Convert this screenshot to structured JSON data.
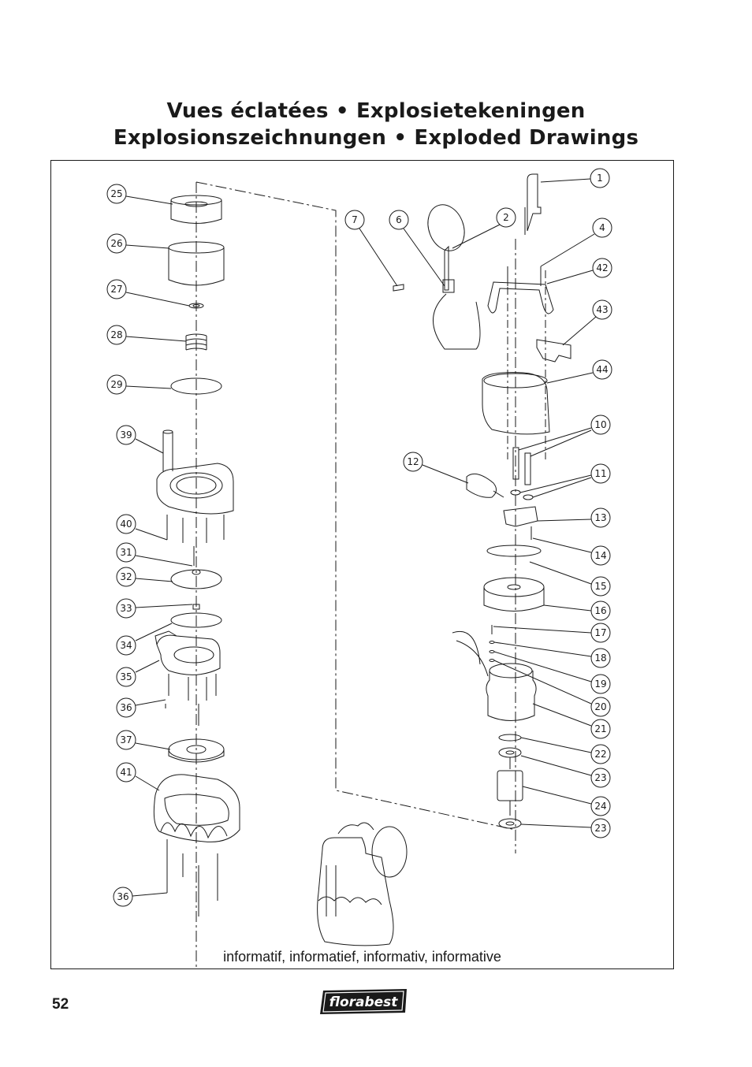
{
  "header": {
    "title_line1": "Vues éclatées • Explosietekeningen",
    "title_line2": "Explosionszeichnungen • Exploded Drawings"
  },
  "drawing": {
    "caption": "informatif, informatief, informativ, informative",
    "left_callouts": [
      "25",
      "26",
      "27",
      "28",
      "29",
      "39",
      "40",
      "31",
      "32",
      "33",
      "34",
      "35",
      "36",
      "37",
      "41",
      "36"
    ],
    "right_callouts": [
      "1",
      "2",
      "6",
      "7",
      "4",
      "42",
      "43",
      "44",
      "10",
      "12",
      "11",
      "13",
      "14",
      "15",
      "16",
      "17",
      "18",
      "19",
      "20",
      "21",
      "22",
      "23",
      "24",
      "23"
    ]
  },
  "footer": {
    "page_number": "52",
    "brand": "florabest"
  }
}
